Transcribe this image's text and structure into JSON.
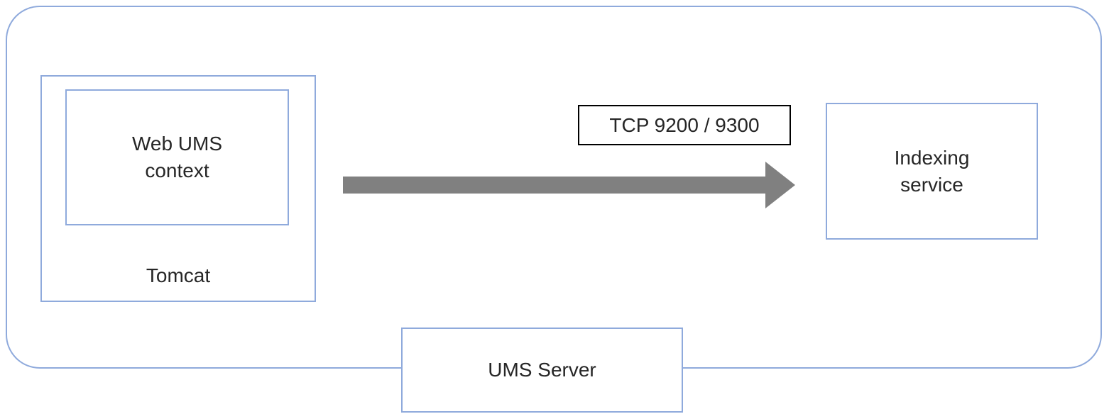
{
  "colors": {
    "box-border": "#8faadc",
    "outer-border": "#8faadc",
    "tcp-border": "#000000",
    "arrow": "#808080",
    "text": "#262626",
    "background": "#ffffff"
  },
  "diagram": {
    "web_ums": {
      "line1": "Web UMS",
      "line2": "context"
    },
    "tomcat": {
      "label": "Tomcat"
    },
    "tcp_label": {
      "label": "TCP 9200 / 9300"
    },
    "indexing": {
      "line1": "Indexing",
      "line2": "service"
    },
    "ums_server": {
      "label": "UMS Server"
    }
  }
}
